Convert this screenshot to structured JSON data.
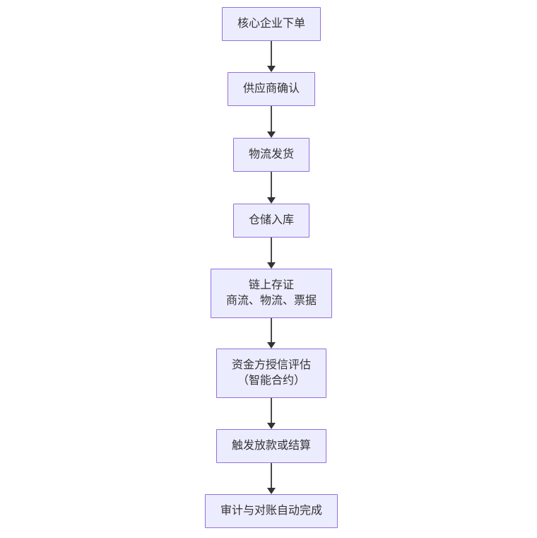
{
  "diagram": {
    "type": "flowchart",
    "direction": "top-down",
    "background": "#ffffff",
    "node_style": {
      "fill": "#ECECFF",
      "border": "#9370DB",
      "text_color": "#333333"
    },
    "arrow_color": "#333333",
    "nodes": [
      {
        "id": "A",
        "lines": [
          "核心企业下单"
        ]
      },
      {
        "id": "B",
        "lines": [
          "供应商确认"
        ]
      },
      {
        "id": "C",
        "lines": [
          "物流发货"
        ]
      },
      {
        "id": "D",
        "lines": [
          "仓储入库"
        ]
      },
      {
        "id": "E",
        "lines": [
          "链上存证",
          "商流、物流、票据"
        ]
      },
      {
        "id": "F",
        "lines": [
          "资金方授信评估",
          "（智能合约）"
        ]
      },
      {
        "id": "G",
        "lines": [
          "触发放款或结算"
        ]
      },
      {
        "id": "H",
        "lines": [
          "审计与对账自动完成"
        ]
      }
    ],
    "edges": [
      {
        "from": "A",
        "to": "B"
      },
      {
        "from": "B",
        "to": "C"
      },
      {
        "from": "C",
        "to": "D"
      },
      {
        "from": "D",
        "to": "E"
      },
      {
        "from": "E",
        "to": "F"
      },
      {
        "from": "F",
        "to": "G"
      },
      {
        "from": "G",
        "to": "H"
      }
    ]
  }
}
